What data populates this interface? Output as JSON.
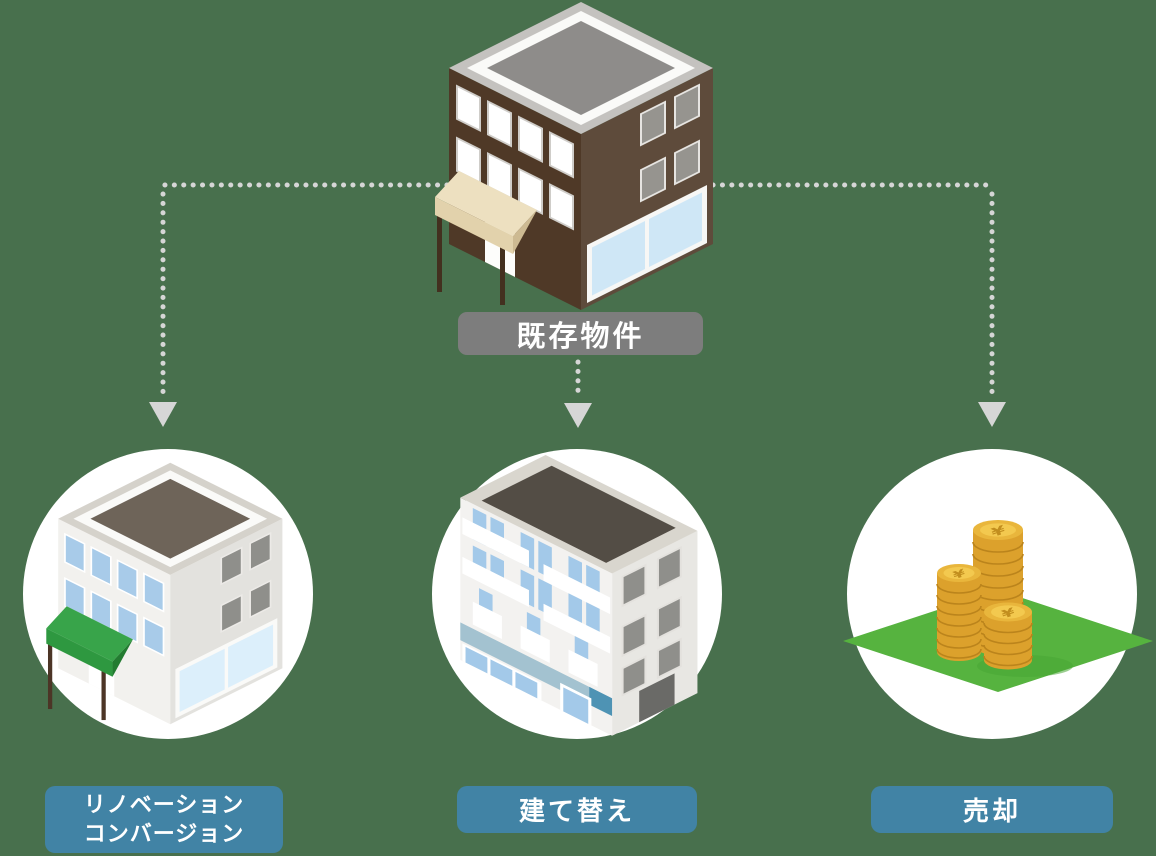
{
  "background_color": "#48704D",
  "source": {
    "label": "既存物件",
    "icon": "brown-office-building",
    "badge_color": "#7D7D7D",
    "text_color": "#FFFFFF"
  },
  "connector": {
    "style": "dotted-arrow",
    "color": "#D6D6D6"
  },
  "options": [
    {
      "id": "renovation",
      "label_lines": [
        "リノベーション",
        "コンバージョン"
      ],
      "icon": "white-building-green-awning",
      "circle_color": "#FFFFFF",
      "badge_color": "#4183A5"
    },
    {
      "id": "rebuild",
      "label": "建て替え",
      "icon": "white-apartment-building",
      "circle_color": "#FFFFFF",
      "badge_color": "#4183A5"
    },
    {
      "id": "sale",
      "label": "売却",
      "icon": "coin-stacks-on-green-land",
      "circle_color": "#FFFFFF",
      "badge_color": "#4183A5",
      "land_color": "#56B33F",
      "coin_color": "#DCA12C"
    }
  ]
}
